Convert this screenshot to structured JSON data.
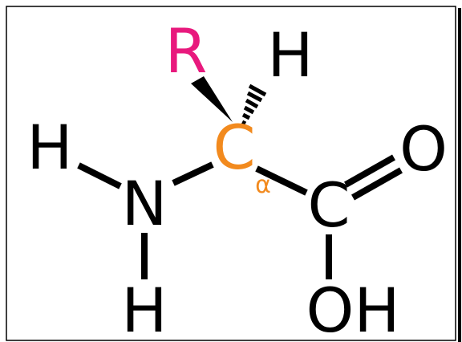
{
  "atoms": {
    "r_group": "R",
    "h_top": "H",
    "h_left": "H",
    "nitrogen": "N",
    "h_bottom": "H",
    "alpha_carbon": "C",
    "alpha_symbol": "α",
    "carbonyl_carbon": "C",
    "oxygen": "O",
    "hydroxyl": "OH"
  },
  "colors": {
    "r_group": "#e8197d",
    "alpha_carbon": "#f28a1e",
    "default": "#000000",
    "border": "#000000"
  }
}
